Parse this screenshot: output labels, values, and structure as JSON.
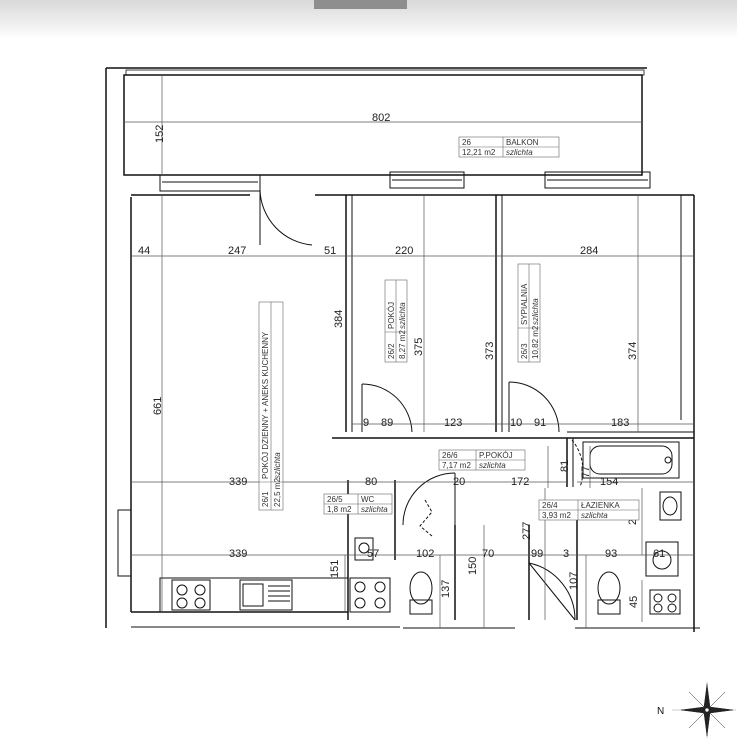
{
  "rooms": [
    {
      "id": "balkon",
      "num": "26",
      "name": "BALKON",
      "area": "12,21 m2",
      "finish": "szlichta"
    },
    {
      "id": "pokoj-dzienny",
      "num": "26/1",
      "name": "POKÓJ DZIENNY + ANEKS KUCHENNY",
      "area": "22,5 m2",
      "finish": "szlichta"
    },
    {
      "id": "pokoj",
      "num": "26/2",
      "name": "POKÓJ",
      "area": "8,27 m2",
      "finish": "szlichta"
    },
    {
      "id": "sypialnia",
      "num": "26/3",
      "name": "SYPIALNIA",
      "area": "10,82 m2",
      "finish": "szlichta"
    },
    {
      "id": "lazienka",
      "num": "26/4",
      "name": "ŁAZIENKA",
      "area": "3,93 m2",
      "finish": "szlichta"
    },
    {
      "id": "wc",
      "num": "26/5",
      "name": "WC",
      "area": "1,8 m2",
      "finish": "szlichta"
    },
    {
      "id": "p-pokoj",
      "num": "26/6",
      "name": "P.POKÓJ",
      "area": "7,17 m2",
      "finish": "szlichta"
    }
  ],
  "dimensions": {
    "d802": "802",
    "d152": "152",
    "d44": "44",
    "d247": "247",
    "d51": "51",
    "d220": "220",
    "d284": "284",
    "d384": "384",
    "d375": "375",
    "d373": "373",
    "d374": "374",
    "d661": "661",
    "d9": "9",
    "d89": "89",
    "d123": "123",
    "d10": "10",
    "d91": "91",
    "d183": "183",
    "d81": "81",
    "d77": "77",
    "d154": "154",
    "d339a": "339",
    "d80": "80",
    "d20": "20",
    "d172": "172",
    "d277": "277",
    "d228": "228",
    "d339b": "339",
    "d57": "57",
    "d102": "102",
    "d70": "70",
    "d99": "99",
    "d3": "3",
    "d93": "93",
    "d61": "61",
    "d151": "151",
    "d150": "150",
    "d137": "137",
    "d107": "107",
    "d45": "45"
  },
  "compass": {
    "label": "N"
  }
}
